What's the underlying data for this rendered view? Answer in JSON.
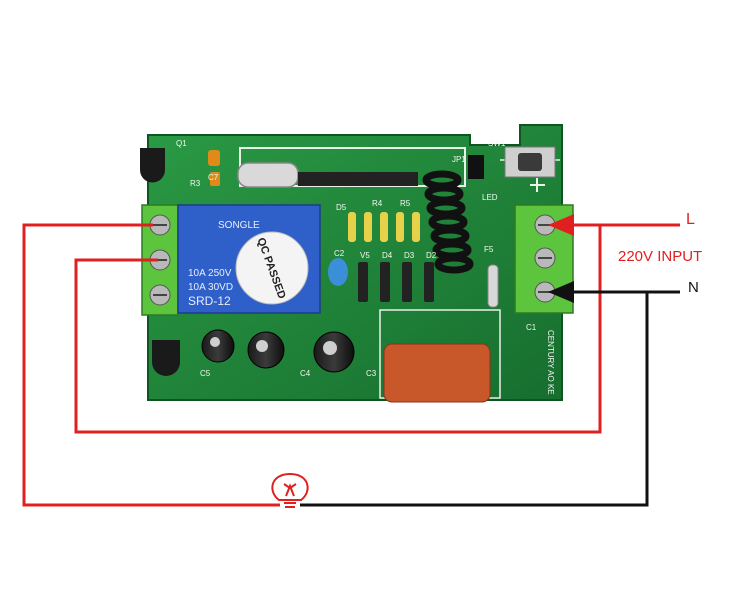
{
  "labels": {
    "live": "L",
    "input": "220V INPUT",
    "neutral": "N"
  },
  "board": {
    "relay_brand": "SONGLE",
    "relay_rating_1": "10A 250V",
    "relay_rating_2": "10A 30VD",
    "relay_model": "SRD-12",
    "qc_stamp": "QC PASSED",
    "side_text": "CENTURY AO KE",
    "silk_q1": "Q1",
    "silk_c7": "C7",
    "silk_r3": "R3",
    "silk_c5": "C5",
    "silk_c4": "C4",
    "silk_c3": "C3",
    "silk_c1": "C1",
    "silk_c2": "C2",
    "silk_f5": "F5",
    "silk_d5": "D5",
    "silk_d4": "D4",
    "silk_d3": "D3",
    "silk_d2": "D2",
    "silk_v5": "V5",
    "silk_r4": "R4",
    "silk_r5": "R5",
    "silk_sw1": "SW1",
    "silk_jp1": "JP1",
    "silk_led": "LED"
  },
  "colors": {
    "live_wire": "#e02020",
    "neutral_wire": "#111111",
    "label_red": "#e02020",
    "pcb_green": "#1f8a3a",
    "terminal_green": "#57c23a",
    "relay_blue": "#2f5fc8",
    "capacitor_orange": "#c8572a"
  },
  "icons": {
    "lamp": "light-bulb-icon",
    "arrow": "arrow-left-icon"
  }
}
